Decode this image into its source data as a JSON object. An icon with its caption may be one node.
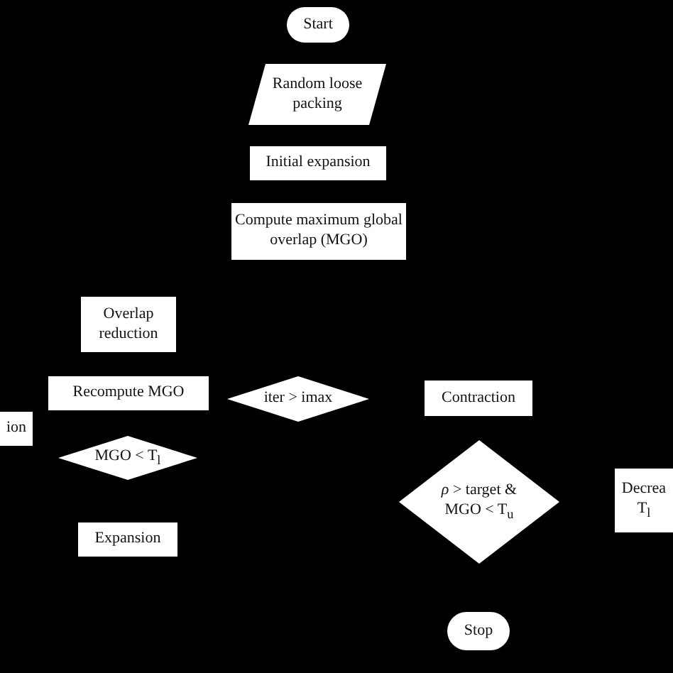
{
  "diagram": {
    "nodes": [
      {
        "text": [
          "Start"
        ]
      },
      {
        "text": [
          "Random loose packing"
        ]
      },
      {
        "text": [
          "Initial expansion"
        ]
      },
      {
        "text": [
          "Compute maximum global overlap (MGO)"
        ]
      },
      {
        "text": [
          "Overlap reduction"
        ]
      },
      {
        "text": [
          "Recompute MGO"
        ]
      },
      {
        "text": [
          "iter > imax"
        ]
      },
      {
        "text": [
          "Contraction"
        ]
      },
      {
        "text": [
          "ion"
        ]
      },
      {
        "text": [
          "MGO < T$_{l}$"
        ]
      },
      {
        "text": [
          "*ρ* > target & MGO < T$_{u}$"
        ]
      },
      {
        "text": [
          "Decrea T$_{l}$"
        ]
      },
      {
        "text": [
          "Expansion"
        ]
      },
      {
        "text": [
          "Stop"
        ]
      }
    ]
  }
}
